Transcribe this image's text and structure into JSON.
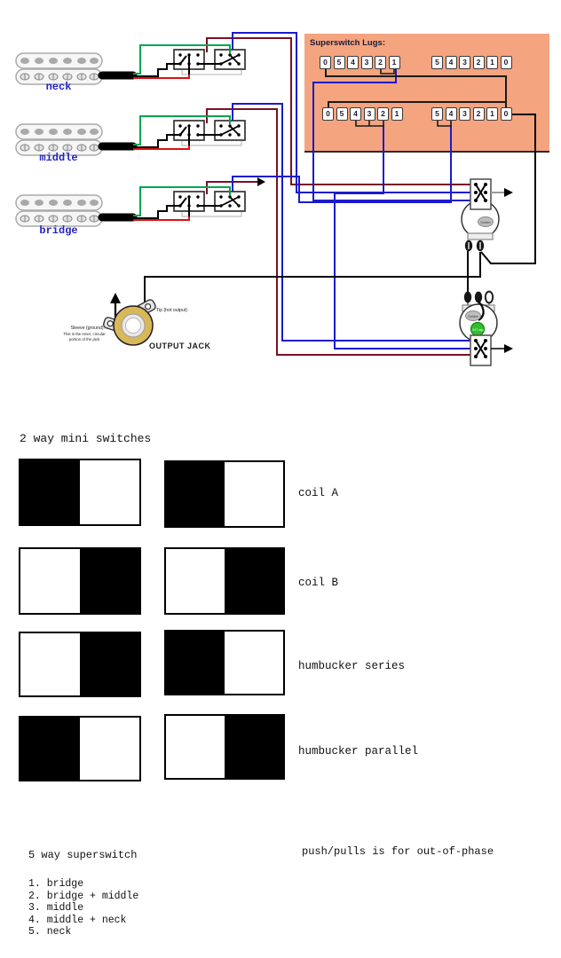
{
  "diagram": {
    "pickups": [
      {
        "label": "neck"
      },
      {
        "label": "middle"
      },
      {
        "label": "bridge"
      }
    ],
    "superswitch_panel": {
      "title": "Superswitch Lugs:",
      "rows": [
        {
          "left_lugs": [
            "0",
            "5",
            "4",
            "3",
            "2",
            "1"
          ],
          "right_lugs": [
            "5",
            "4",
            "3",
            "2",
            "1",
            "0"
          ]
        },
        {
          "left_lugs": [
            "0",
            "5",
            "4",
            "3",
            "2",
            "1"
          ],
          "right_lugs": [
            "5",
            "4",
            "3",
            "2",
            "1",
            "0"
          ]
        }
      ]
    },
    "pots": {
      "volume": {
        "solder_label": "Solder"
      },
      "tone": {
        "solder_label": "Solder",
        "cap_label": ".047 cap"
      }
    },
    "output_jack": {
      "sleeve_label": "Sleeve (ground).",
      "sleeve_note_line1": "This is the inner, circular",
      "sleeve_note_line2": "portion of the jack",
      "tip_label": "Tip (hot output)",
      "name": "OUTPUT JACK"
    },
    "colors": {
      "panel_bg": "#f4a47f",
      "wire_blue": "#1a1acd",
      "wire_maroon": "#7a1023",
      "wire_green": "#00a550",
      "wire_red": "#dd1111",
      "pickup_label_blue": "#2424c8",
      "cap_green": "#2ebf2e",
      "jack_gold": "#d9b859"
    }
  },
  "switch_guide": {
    "heading": "2 way mini switches",
    "rows": [
      {
        "label": "coil A",
        "left": "black-left",
        "right": "black-left"
      },
      {
        "label": "coil B",
        "left": "black-right",
        "right": "black-right"
      },
      {
        "label": "humbucker series",
        "left": "black-right",
        "right": "black-left"
      },
      {
        "label": "humbucker parallel",
        "left": "black-left",
        "right": "black-right"
      }
    ]
  },
  "footer": {
    "superswitch_heading": "5 way superswitch",
    "note": "push/pulls is for out-of-phase",
    "positions": [
      "1. bridge",
      "2. bridge + middle",
      "3. middle",
      "4. middle + neck",
      "5. neck"
    ]
  }
}
